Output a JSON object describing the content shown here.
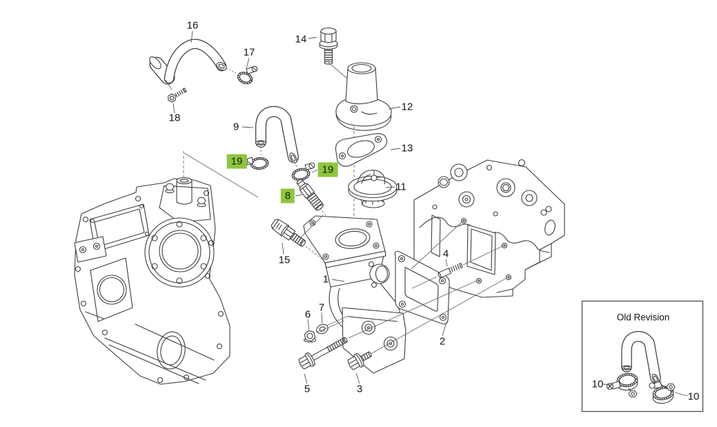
{
  "diagram": {
    "type": "exploded-parts-diagram",
    "subject": "thermostat housing and water outlet assembly",
    "background": "#ffffff",
    "line_color": "#3c3c3c",
    "highlight_color": "#8dc63f"
  },
  "callouts": {
    "c16": {
      "label": "16",
      "highlighted": false
    },
    "c17": {
      "label": "17",
      "highlighted": false
    },
    "c18": {
      "label": "18",
      "highlighted": false
    },
    "c9": {
      "label": "9",
      "highlighted": false
    },
    "c14": {
      "label": "14",
      "highlighted": false
    },
    "c12": {
      "label": "12",
      "highlighted": false
    },
    "c13": {
      "label": "13",
      "highlighted": false
    },
    "c11": {
      "label": "11",
      "highlighted": false
    },
    "c19a": {
      "label": "19",
      "highlighted": true
    },
    "c19b": {
      "label": "19",
      "highlighted": true
    },
    "c8": {
      "label": "8",
      "highlighted": true
    },
    "c15": {
      "label": "15",
      "highlighted": false
    },
    "c1": {
      "label": "1",
      "highlighted": false
    },
    "c4": {
      "label": "4",
      "highlighted": false
    },
    "c2": {
      "label": "2",
      "highlighted": false
    },
    "c6": {
      "label": "6",
      "highlighted": false
    },
    "c7": {
      "label": "7",
      "highlighted": false
    },
    "c5": {
      "label": "5",
      "highlighted": false
    },
    "c3": {
      "label": "3",
      "highlighted": false
    },
    "c10a": {
      "label": "10",
      "highlighted": false
    },
    "c10b": {
      "label": "10",
      "highlighted": false
    }
  },
  "inset": {
    "title": "Old Revision"
  }
}
